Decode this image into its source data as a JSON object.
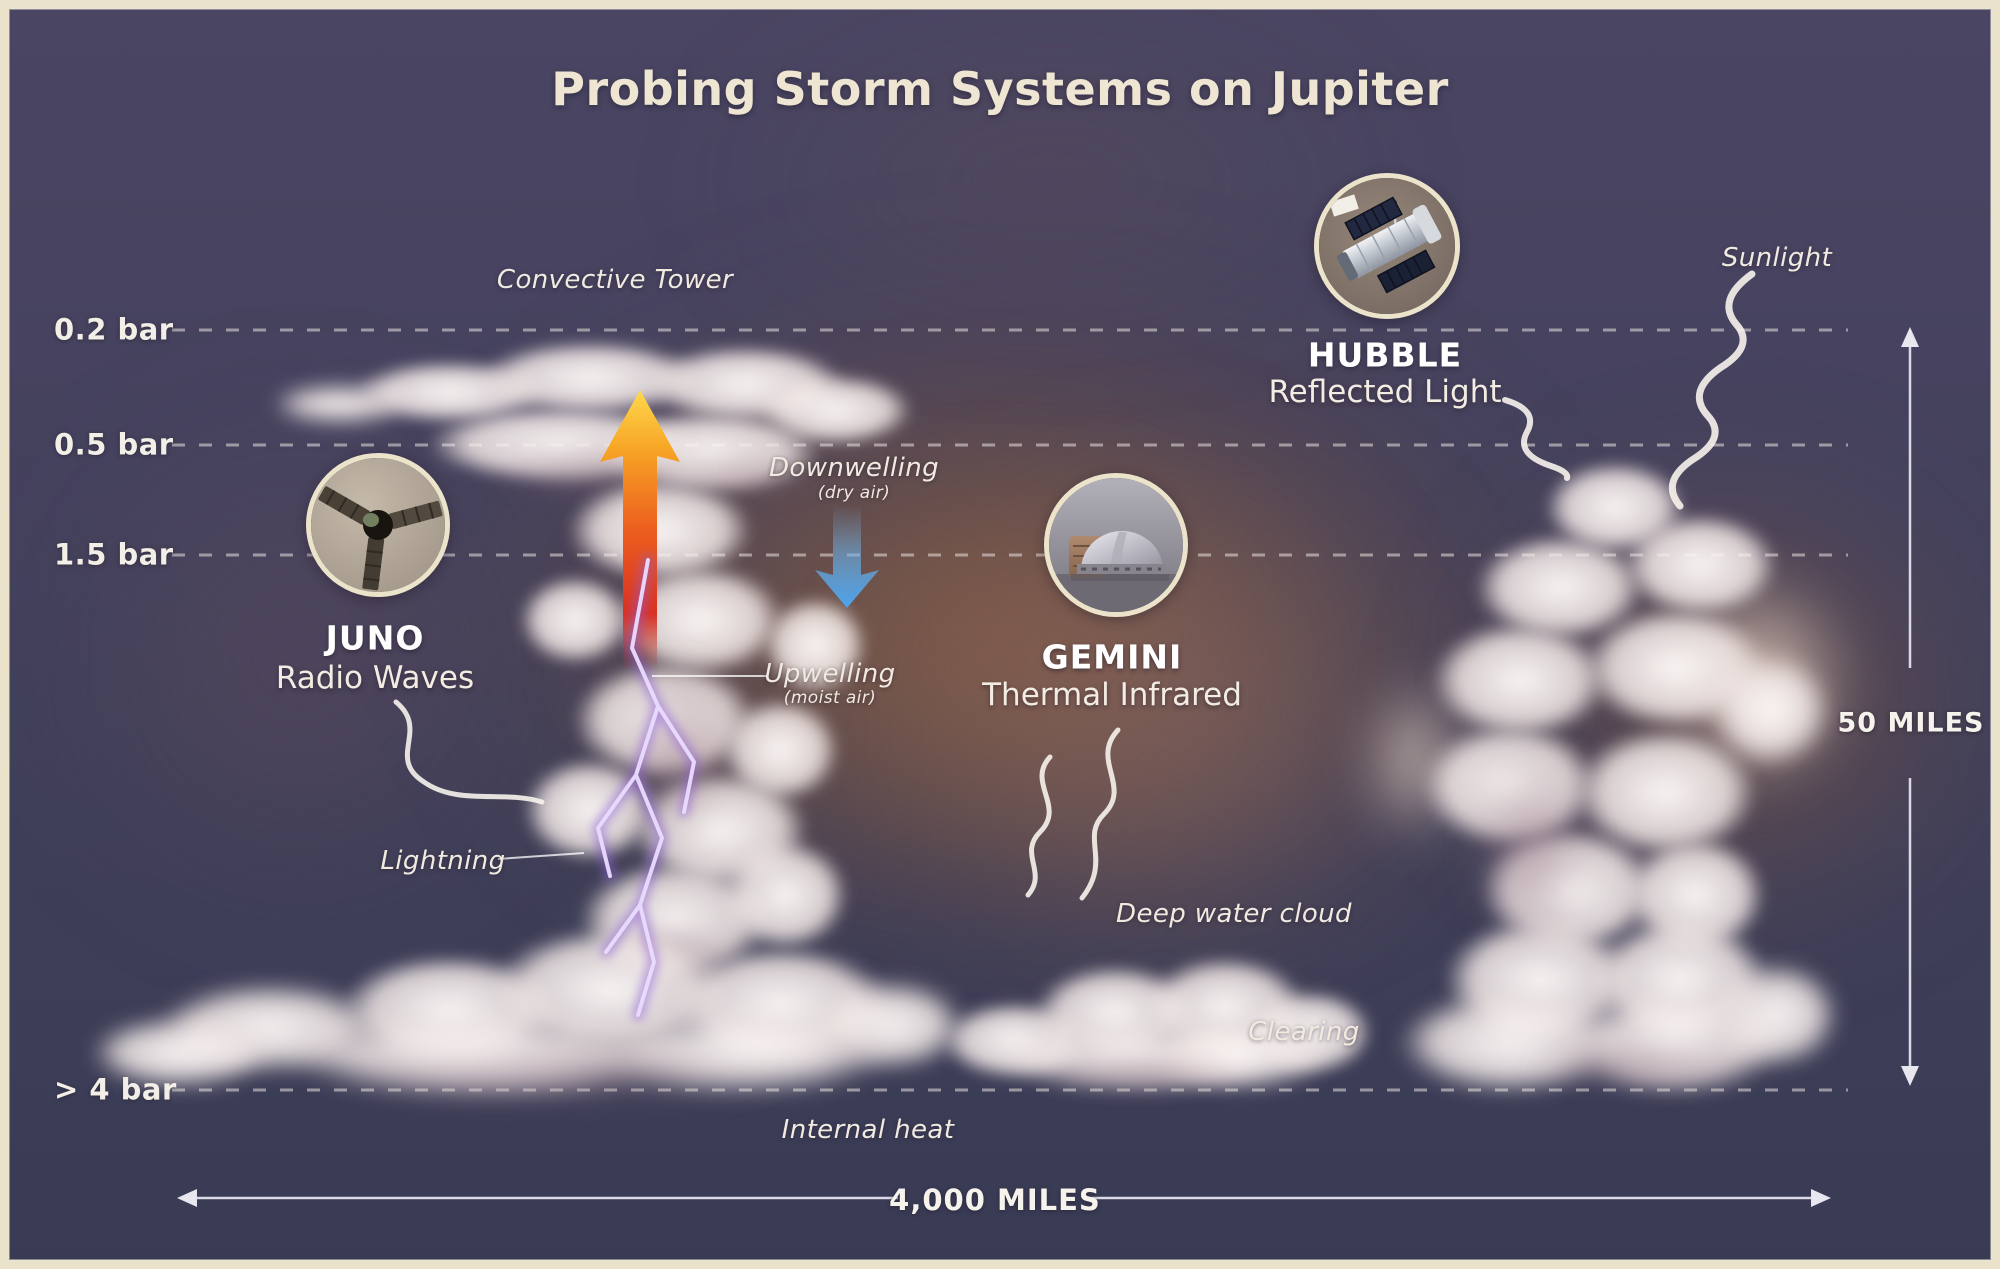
{
  "title": "Probing Storm Systems on Jupiter",
  "pressure_scale": {
    "levels": [
      {
        "label": "0.2 bar"
      },
      {
        "label": "0.5 bar"
      },
      {
        "label": "1.5 bar"
      },
      {
        "label": "> 4 bar"
      }
    ]
  },
  "instruments": [
    {
      "name": "JUNO",
      "method": "Radio Waves",
      "icon": "juno-spacecraft-icon"
    },
    {
      "name": "GEMINI",
      "method": "Thermal Infrared",
      "icon": "gemini-observatory-icon"
    },
    {
      "name": "HUBBLE",
      "method": "Reflected Light",
      "icon": "hubble-telescope-icon"
    }
  ],
  "annotations": {
    "convective_tower": "Convective Tower",
    "downwelling": "Downwelling",
    "downwelling_sub": "(dry air)",
    "upwelling": "Upwelling",
    "upwelling_sub": "(moist air)",
    "lightning": "Lightning",
    "deep_water_cloud": "Deep water cloud",
    "clearing": "Clearing",
    "internal_heat": "Internal heat",
    "sunlight": "Sunlight"
  },
  "scale_bars": {
    "vertical_label": "50 MILES",
    "horizontal_label": "4,000 MILES"
  },
  "colors": {
    "frame": "#ebe2cc",
    "background_top": "#484360",
    "background_bottom": "#3b3c57",
    "warm_haze": "#7a5a48",
    "title_text": "#eee5d2",
    "label_text": "#f1ebe3",
    "upwelling_arrow_top": "#ffd84f",
    "upwelling_arrow_bottom": "#d93123",
    "downwelling_arrow": "#57aef0",
    "lightning_glow": "#9a6ce0",
    "badge_border": "#ece3cb"
  }
}
